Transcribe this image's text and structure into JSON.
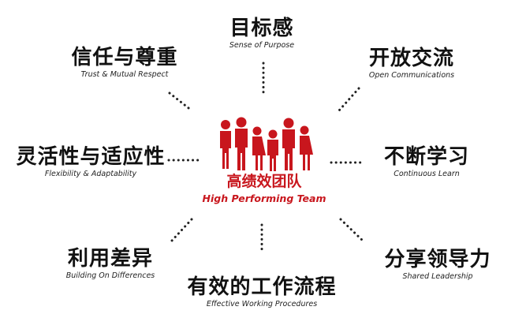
{
  "colors": {
    "accent": "#c8161d",
    "text": "#111111"
  },
  "center": {
    "zh": "高绩效团队",
    "en": "High Performing Team",
    "icon": "team-people-icon"
  },
  "nodes": {
    "purpose": {
      "zh": "目标感",
      "en": "Sense of Purpose"
    },
    "trust": {
      "zh": "信任与尊重",
      "en": "Trust & Mutual  Respect"
    },
    "open": {
      "zh": "开放交流",
      "en": "Open Communications"
    },
    "flex": {
      "zh": "灵活性与适应性",
      "en": "Flexibility & Adaptability"
    },
    "learn": {
      "zh": "不断学习",
      "en": "Continuous Learn"
    },
    "diff": {
      "zh": "利用差异",
      "en": "Building On Differences"
    },
    "procedures": {
      "zh": "有效的工作流程",
      "en": "Effective Working Procedures"
    },
    "leadership": {
      "zh": "分享领导力",
      "en": "Shared Leadership"
    }
  }
}
